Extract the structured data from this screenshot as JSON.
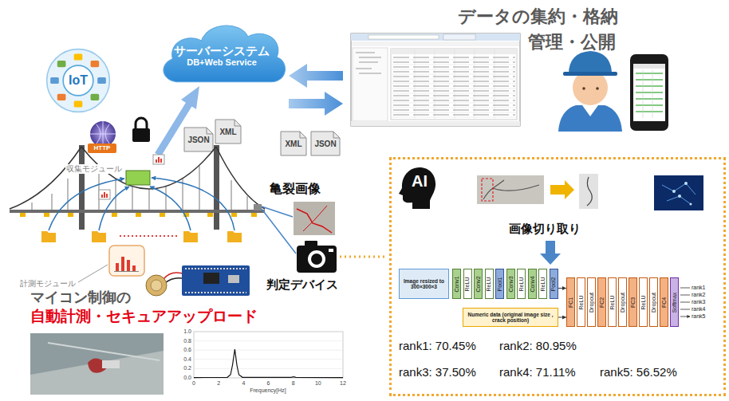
{
  "diagram": {
    "nodes": [
      {
        "text": [
          "サーバーシステム",
          "DB+Web Service"
        ]
      },
      {
        "text": [
          "IoT"
        ]
      },
      {
        "text": [
          "画像切り取り",
          "rank1: 70.45%",
          "rank2: 80.95%",
          "rank3: 37.50%",
          "rank4: 71.11%",
          "rank5: 56.52%"
        ]
      },
      {
        "text": [
          "AI"
        ],
        "in": 2
      },
      {
        "text": [
          "Image resized to 300×300×3"
        ],
        "in": 2
      },
      {
        "text": [
          "Conv1"
        ],
        "in": 2
      },
      {
        "text": [
          "ReLU"
        ],
        "in": 2
      },
      {
        "text": [
          "Conv2"
        ],
        "in": 2
      },
      {
        "text": [
          "ReLU"
        ],
        "in": 2
      },
      {
        "text": [
          "Pool1"
        ],
        "in": 2
      },
      {
        "text": [
          "Conv3"
        ],
        "in": 2
      },
      {
        "text": [
          "ReLU"
        ],
        "in": 2
      },
      {
        "text": [
          "Conv4"
        ],
        "in": 2
      },
      {
        "text": [
          "ReLU"
        ],
        "in": 2
      },
      {
        "text": [
          "Pool2"
        ],
        "in": 2
      },
      {
        "text": [
          "Numeric data (original image size , crack position)"
        ],
        "in": 2
      },
      {
        "text": [
          "FC1"
        ],
        "in": 2
      },
      {
        "text": [
          "ReLU"
        ],
        "in": 2
      },
      {
        "text": [
          "Dropout"
        ],
        "in": 2
      },
      {
        "text": [
          "FC2"
        ],
        "in": 2
      },
      {
        "text": [
          "ReLU"
        ],
        "in": 2
      },
      {
        "text": [
          "Dropout"
        ],
        "in": 2
      },
      {
        "text": [
          "FC3"
        ],
        "in": 2
      },
      {
        "text": [
          "ReLU"
        ],
        "in": 2
      },
      {
        "text": [
          "Dropout"
        ],
        "in": 2
      },
      {
        "text": [
          "FC4"
        ],
        "in": 2
      },
      {
        "text": [
          "Softmax"
        ],
        "in": 2
      }
    ],
    "edges": [
      {
        "from": 14,
        "to": 16,
        "arrow": "to"
      },
      {
        "from": 15,
        "to": 16,
        "arrow": "to"
      }
    ],
    "labels": [
      "データの集約・格納",
      "管理・公開",
      "HTTP",
      "JSON",
      "XML",
      "XML",
      "JSON",
      "亀裂画像",
      "収集モジュール",
      "計測モジュール",
      "判定デバイス",
      "マイコン制御の",
      "自動計測・セキュアアップロード",
      "rank1",
      "rank2",
      "rank3",
      "rank4",
      "rank5",
      "1.0",
      "0.8",
      "0.6",
      "0.4",
      "0.2",
      "0.0",
      "0",
      "2",
      "4",
      "6",
      "8",
      "10",
      "12",
      "Frequency[Hz]"
    ]
  }
}
